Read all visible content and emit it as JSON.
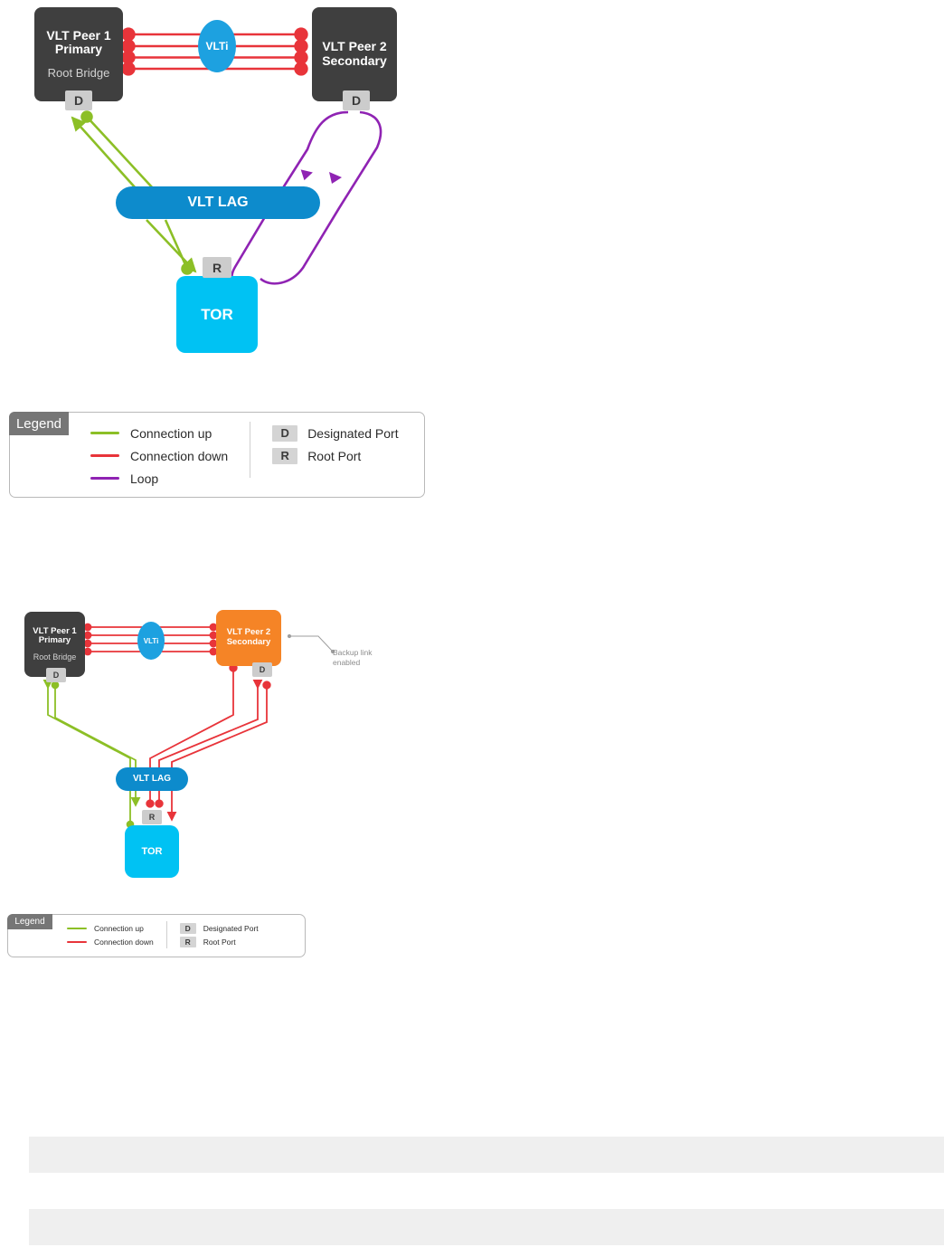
{
  "colors": {
    "connection_up": "#8cbf26",
    "connection_down": "#e8343a",
    "loop": "#8f23b3",
    "peer_primary_bg": "#3f3f3f",
    "peer_secondary_bg_fig1": "#3f3f3f",
    "peer_secondary_bg_fig2": "#f58426",
    "vlti_bg": "#1da1e0",
    "vlt_lag_bg": "#0d8bcc",
    "tor_bg": "#00c2f3",
    "port_badge_bg": "#cccccc",
    "legend_title_bg": "#767676",
    "callout_gray": "#8c8c8c"
  },
  "figure1": {
    "peer1": {
      "line1": "VLT Peer 1",
      "line2": "Primary",
      "sub": "Root Bridge"
    },
    "peer2": {
      "line1": "VLT Peer 2",
      "line2": "Secondary"
    },
    "vlti_label": "VLTi",
    "vlt_lag_label": "VLT LAG",
    "tor_label": "TOR",
    "port_d_peer1": "D",
    "port_d_peer2": "D",
    "port_r_tor": "R",
    "vlti_link_count": 4
  },
  "legend1": {
    "title": "Legend",
    "lines": [
      {
        "label": "Connection up",
        "color": "#8cbf26"
      },
      {
        "label": "Connection down",
        "color": "#e8343a"
      },
      {
        "label": "Loop",
        "color": "#8f23b3"
      }
    ],
    "ports": [
      {
        "badge": "D",
        "label": "Designated Port"
      },
      {
        "badge": "R",
        "label": "Root Port"
      }
    ]
  },
  "figure2": {
    "peer1": {
      "line1": "VLT Peer 1",
      "line2": "Primary",
      "sub": "Root Bridge"
    },
    "peer2": {
      "line1": "VLT Peer 2",
      "line2": "Secondary"
    },
    "vlti_label": "VLTi",
    "vlt_lag_label": "VLT LAG",
    "tor_label": "TOR",
    "port_d_peer1": "D",
    "port_d_peer2": "D",
    "port_r_tor": "R",
    "vlti_link_count": 4,
    "callout": {
      "line1": "Backup link",
      "line2": "enabled"
    }
  },
  "legend2": {
    "title": "Legend",
    "lines": [
      {
        "label": "Connection up",
        "color": "#8cbf26"
      },
      {
        "label": "Connection down",
        "color": "#e8343a"
      }
    ],
    "ports": [
      {
        "badge": "D",
        "label": "Designated Port"
      },
      {
        "badge": "R",
        "label": "Root Port"
      }
    ]
  }
}
